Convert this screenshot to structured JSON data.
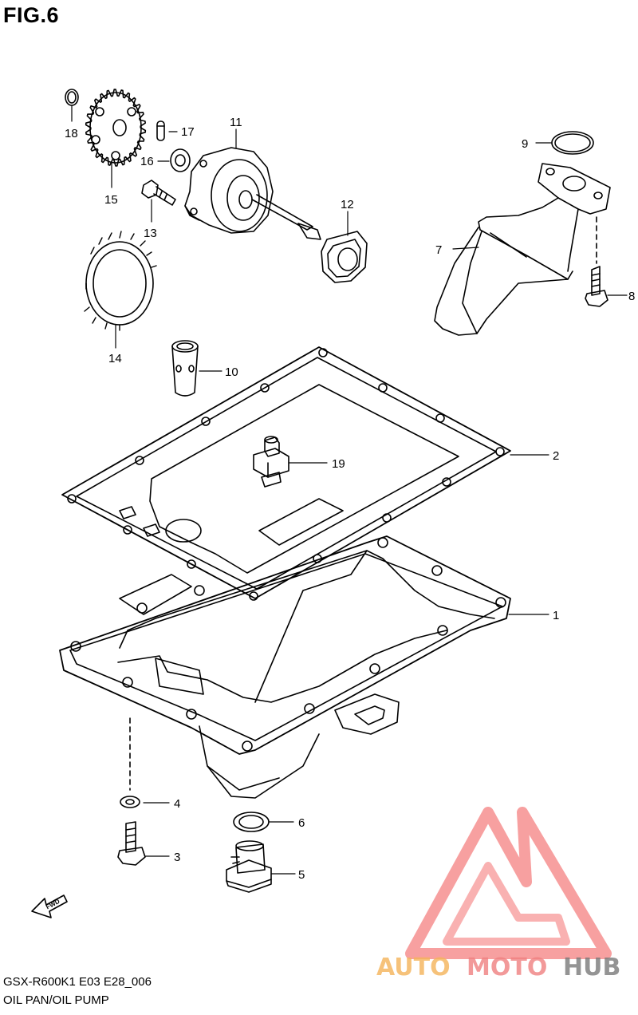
{
  "figure": {
    "title": "FIG.6",
    "code": "GSX-R600K1 E03 E28_006",
    "name": "OIL PAN/OIL PUMP"
  },
  "callouts": [
    "1",
    "2",
    "3",
    "4",
    "5",
    "6",
    "7",
    "8",
    "9",
    "10",
    "11",
    "12",
    "13",
    "14",
    "15",
    "16",
    "17",
    "18",
    "19"
  ],
  "direction_marker": "FWD",
  "watermark": {
    "part1": "AUTO",
    "part2": "MOTO",
    "part3": "HUB",
    "colors": {
      "triangle": "#f26b6b",
      "auto": "#f5b45a",
      "moto": "#f08080",
      "hub": "#7a7a7a"
    }
  }
}
